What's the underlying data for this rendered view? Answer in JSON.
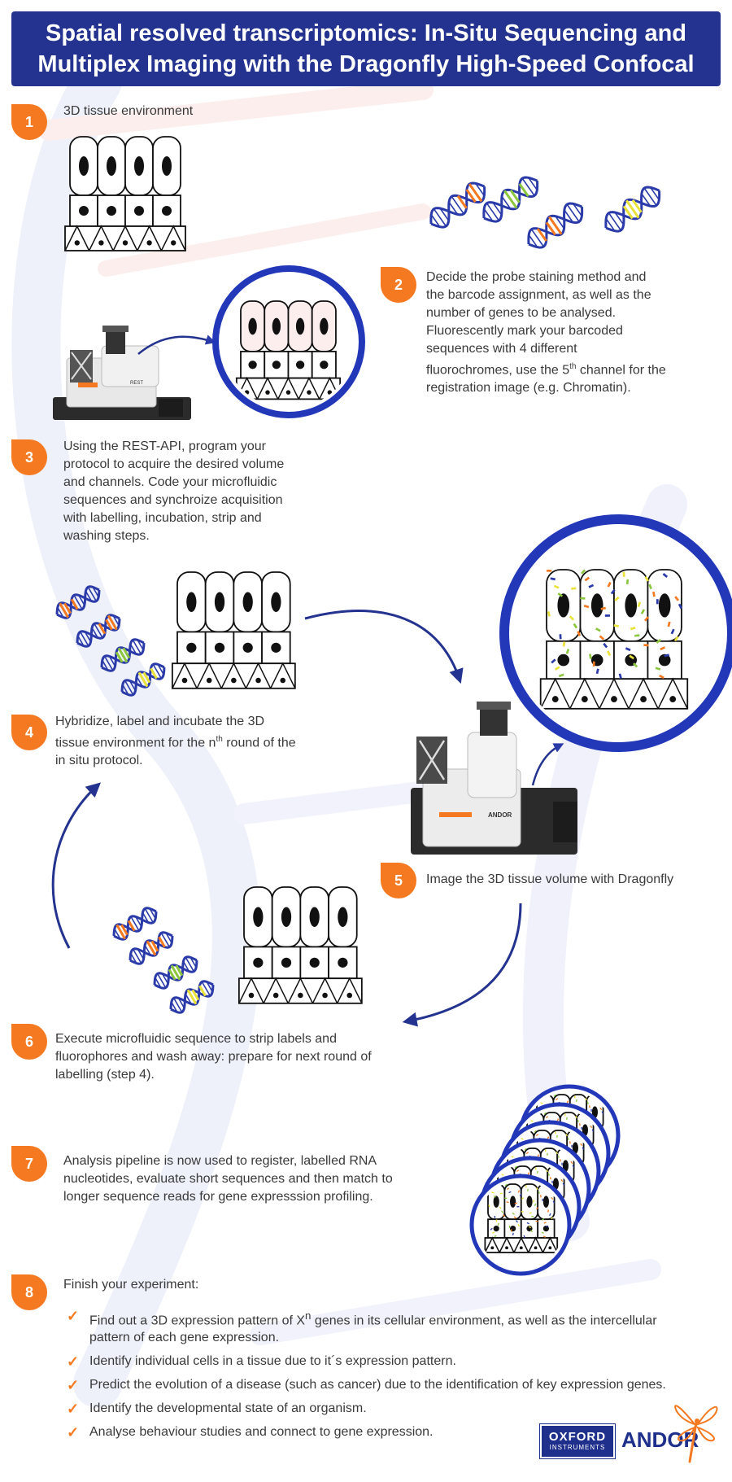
{
  "header": {
    "title_line1": "Spatial resolved transcriptomics: In-Situ Sequencing and",
    "title_line2": "Multiplex Imaging with the Dragonfly High-Speed Confocal"
  },
  "colors": {
    "header_bg": "#24338f",
    "accent_orange": "#f47920",
    "circle_blue": "#2238b8",
    "arrow_navy": "#24338f",
    "dna_blue": "#2a3aa8",
    "dna_orange": "#f47920",
    "dna_green": "#8cc63f",
    "dna_yellow": "#e8e23a"
  },
  "steps": [
    {
      "num": "1",
      "lines": [
        "3D tissue environment"
      ]
    },
    {
      "num": "2",
      "lines": [
        "Decide the probe staining method and",
        "the barcode assignment, as well as the",
        "number of genes to be analysed.",
        "Fluorescently mark your barcoded",
        "sequences with 4 different",
        "fluorochromes, use the 5",
        "th",
        " channel for the",
        "registration image (e.g. Chromatin)."
      ]
    },
    {
      "num": "3",
      "lines": [
        "Using the REST-API, program your",
        "protocol to acquire the desired volume",
        "and channels. Code your microfluidic",
        "sequences and synchroize acquisition",
        "with labelling, incubation, strip and",
        "washing steps."
      ]
    },
    {
      "num": "4",
      "lines": [
        "Hybridize, label and incubate the 3D",
        "tissue environment for the n",
        "th",
        " round of the",
        "in situ protocol."
      ]
    },
    {
      "num": "5",
      "lines": [
        "Image the 3D tissue volume with Dragonfly"
      ]
    },
    {
      "num": "6",
      "lines": [
        "Execute microfluidic sequence to strip labels and",
        "fluorophores and wash away: prepare for next round of",
        "labelling (step 4)."
      ]
    },
    {
      "num": "7",
      "lines": [
        "Analysis pipeline is now used to register, labelled RNA",
        "nucleotides, evaluate short sequences and then match to",
        "longer sequence reads for gene expresssion profiling."
      ]
    },
    {
      "num": "8",
      "lines": [
        "Finish your experiment:"
      ]
    }
  ],
  "checklist": [
    {
      "a": "Find out a 3D expression pattern of X",
      "sup": "n",
      "b": " genes in its cellular environment, as well as the intercellular pattern of each gene expression."
    },
    {
      "a": "Identify individual cells in a tissue due to it´s expression pattern.",
      "sup": "",
      "b": ""
    },
    {
      "a": "Predict the evolution of a disease (such as cancer) due to the identification of key expression genes.",
      "sup": "",
      "b": ""
    },
    {
      "a": "Identify the developmental state of an organism.",
      "sup": "",
      "b": ""
    },
    {
      "a": "Analyse behaviour studies and connect to gene expression.",
      "sup": "",
      "b": ""
    }
  ],
  "logos": {
    "oxford_line1": "OXFORD",
    "oxford_line2": "INSTRUMENTS",
    "andor": "ANDOR",
    "device_brand": "ANDOR",
    "device_label": "REST"
  }
}
